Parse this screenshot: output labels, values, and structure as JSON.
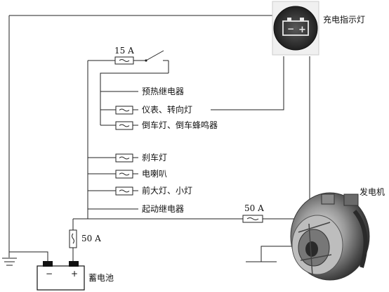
{
  "labels": {
    "charge_indicator": "充电指示灯",
    "alternator": "发电机",
    "battery": "蓄电池",
    "fuse_15a": "15 A",
    "fuse_50a_alt": "50 A",
    "fuse_50a_batt": "50 A",
    "battery_minus": "−",
    "battery_plus": "+",
    "lamp_minus": "−",
    "lamp_plus": "+"
  },
  "circuits": [
    {
      "label": "预热继电器",
      "fused": false
    },
    {
      "label": "仪表、转向灯",
      "fused": true
    },
    {
      "label": "倒车灯、倒车蜂鸣器",
      "fused": true
    },
    {
      "label": "刹车灯",
      "fused": true
    },
    {
      "label": "电喇叭",
      "fused": true
    },
    {
      "label": "前大灯、小灯",
      "fused": true
    },
    {
      "label": "起动继电器",
      "fused": false
    }
  ]
}
